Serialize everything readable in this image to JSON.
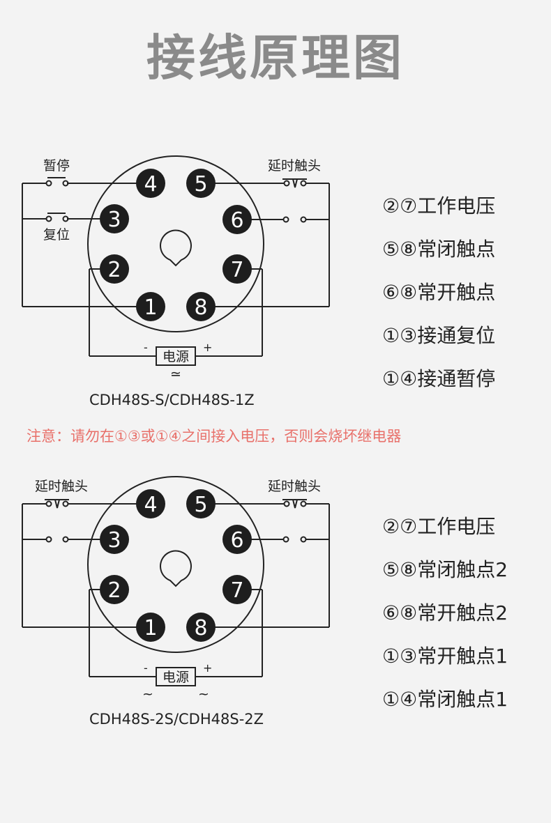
{
  "title": "接线原理图",
  "diagram1": {
    "label_top_left": "暂停",
    "label_bottom_left": "复位",
    "label_top_right": "延时触头",
    "power_label": "电源",
    "minus": "-",
    "plus": "+",
    "tilde": "≃",
    "model": "CDH48S-S/CDH48S-1Z",
    "pins": [
      "4",
      "5",
      "3",
      "6",
      "2",
      "7",
      "1",
      "8"
    ]
  },
  "legend1": [
    "②⑦工作电压",
    "⑤⑧常闭触点",
    "⑥⑧常开触点",
    "①③接通复位",
    "①④接通暂停"
  ],
  "notice": "注意：请勿在①③或①④之间接入电压，否则会烧坏继电器",
  "diagram2": {
    "label_top_left": "延时触头",
    "label_top_right": "延时触头",
    "power_label": "电源",
    "minus": "-",
    "plus": "+",
    "tilde_left": "~",
    "tilde_right": "~",
    "model": "CDH48S-2S/CDH48S-2Z",
    "pins": [
      "4",
      "5",
      "3",
      "6",
      "2",
      "7",
      "1",
      "8"
    ]
  },
  "legend2": [
    "②⑦工作电压",
    "⑤⑧常闭触点2",
    "⑥⑧常开触点2",
    "①③常开触点1",
    "①④常闭触点1"
  ]
}
